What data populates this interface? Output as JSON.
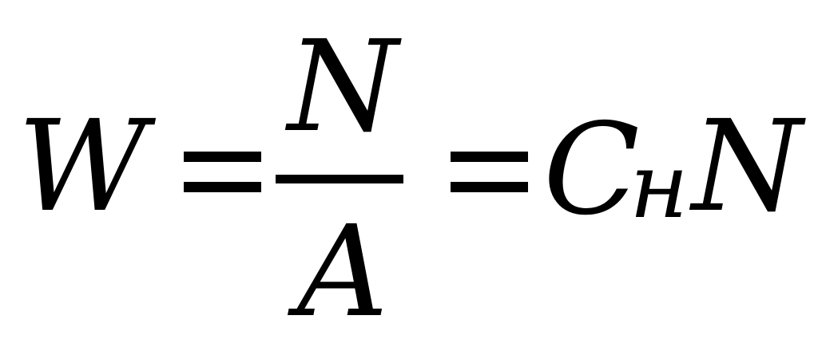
{
  "formula": {
    "lhs": "W",
    "numerator": "N",
    "denominator": "A",
    "rhs_c": "C",
    "rhs_subscript": "н",
    "rhs_n": "N"
  },
  "colors": {
    "text": "#000000",
    "background": "#ffffff"
  }
}
